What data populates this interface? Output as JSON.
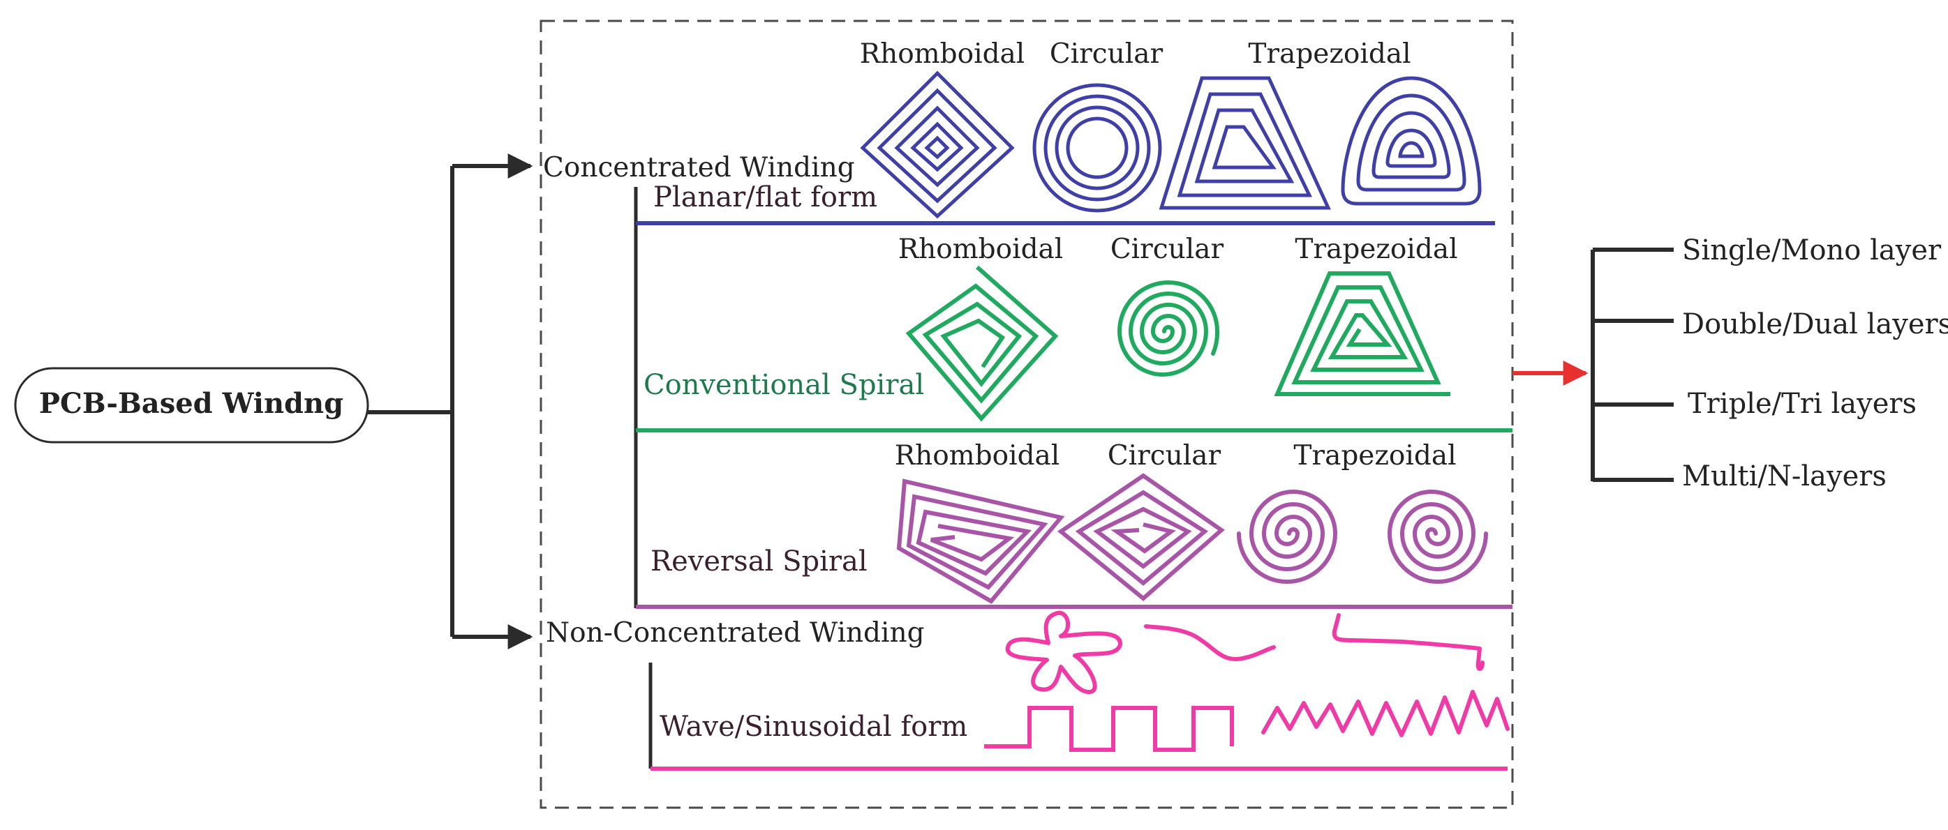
{
  "root": {
    "label": "PCB-Based Windng"
  },
  "branches": {
    "concentrated": "Concentrated Winding",
    "non_concentrated": "Non-Concentrated Winding"
  },
  "rows": [
    {
      "label": "Planar/flat form",
      "color": "#3f3fa8",
      "shapes": [
        "Rhomboidal",
        "Circular",
        "Trapezoidal"
      ]
    },
    {
      "label": "Conventional Spiral",
      "color": "#1faa5f",
      "shapes": [
        "Rhomboidal",
        "Circular",
        "Trapezoidal"
      ]
    },
    {
      "label": "Reversal Spiral",
      "color": "#a855a8",
      "shapes": [
        "Rhomboidal",
        "Circular",
        "Trapezoidal"
      ]
    },
    {
      "label": "Wave/Sinusoidal form",
      "color": "#f03aa6",
      "shapes": []
    }
  ],
  "layers": [
    "Single/Mono layer",
    "Double/Dual layers",
    "Triple/Tri layers",
    "Multi/N-layers"
  ],
  "colors": {
    "connector": "#2b2b2b",
    "frame": "#4a4a4a",
    "output_arrow": "#e8312f"
  }
}
